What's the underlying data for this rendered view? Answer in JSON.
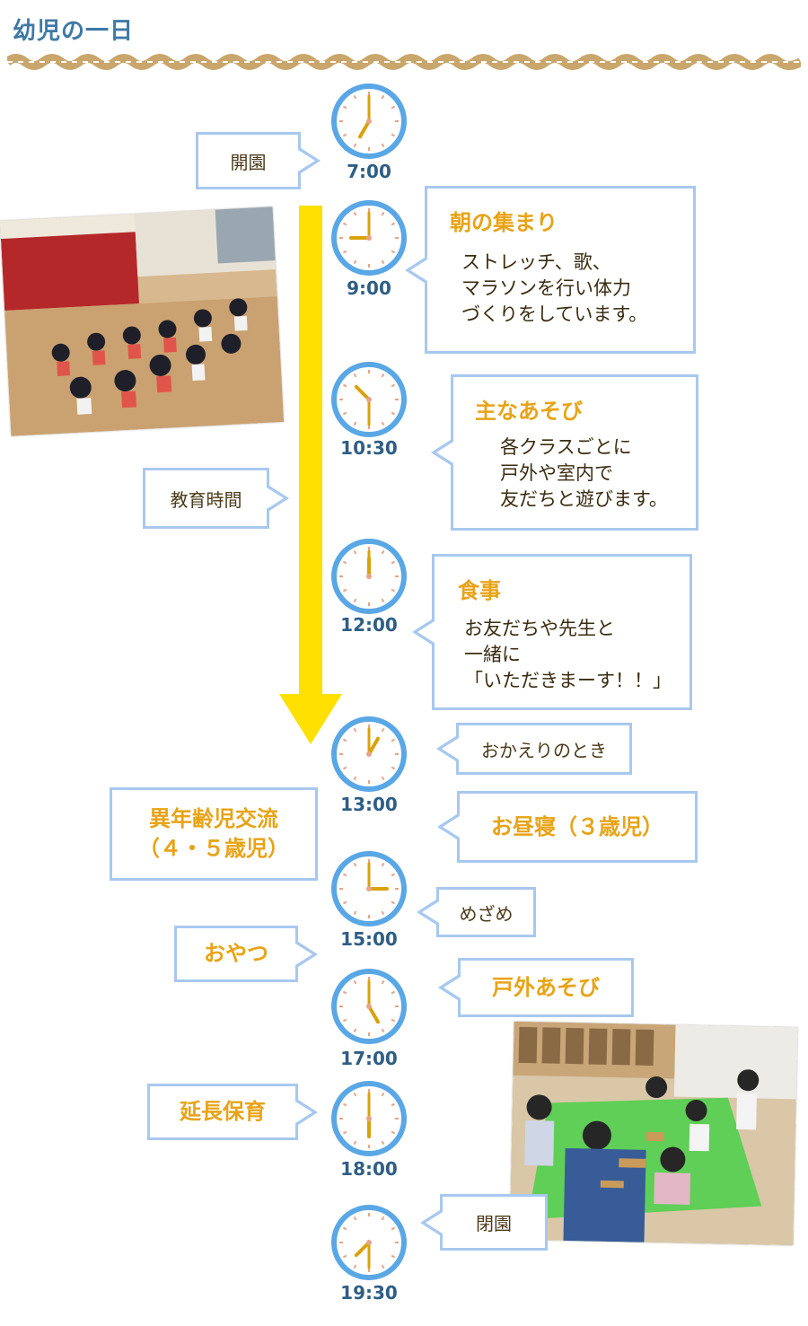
{
  "page": {
    "title": "幼児の一日"
  },
  "times": {
    "t0700": "7:00",
    "t0900": "9:00",
    "t1030": "10:30",
    "t1200": "12:00",
    "t1300": "13:00",
    "t1500": "15:00",
    "t1700": "17:00",
    "t1800": "18:00",
    "t1930": "19:30"
  },
  "events": {
    "opening": "開園",
    "morning_title": "朝の集まり",
    "morning_lines": [
      "ストレッチ、歌、",
      "マラソンを行い体力",
      "づくりをしています。"
    ],
    "play_title": "主なあそび",
    "play_lines": [
      "各クラスごとに",
      "戸外や室内で",
      "友だちと遊びます。"
    ],
    "meal_title": "食事",
    "meal_lines": [
      "お友だちや先生と",
      "一緒に",
      "「いただきまーす！！」"
    ],
    "going_home": "おかえりのとき",
    "nap": "お昼寝（３歳児）",
    "exchange_lines": [
      "異年齢児交流",
      "（４・５歳児）"
    ],
    "wake_up": "めざめ",
    "snack": "おやつ",
    "outdoor_play": "戸外あそび",
    "extended_care": "延長保育",
    "closing": "閉園",
    "education_time": "教育時間"
  },
  "colors": {
    "accent_blue": "#3f79a6",
    "bubble_border": "#a8c8ef",
    "arrow_yellow": "#ffe000",
    "heading_orange": "#e8a317",
    "clock_face": "#5aa7e6",
    "hand_gold": "#d9a20b"
  }
}
